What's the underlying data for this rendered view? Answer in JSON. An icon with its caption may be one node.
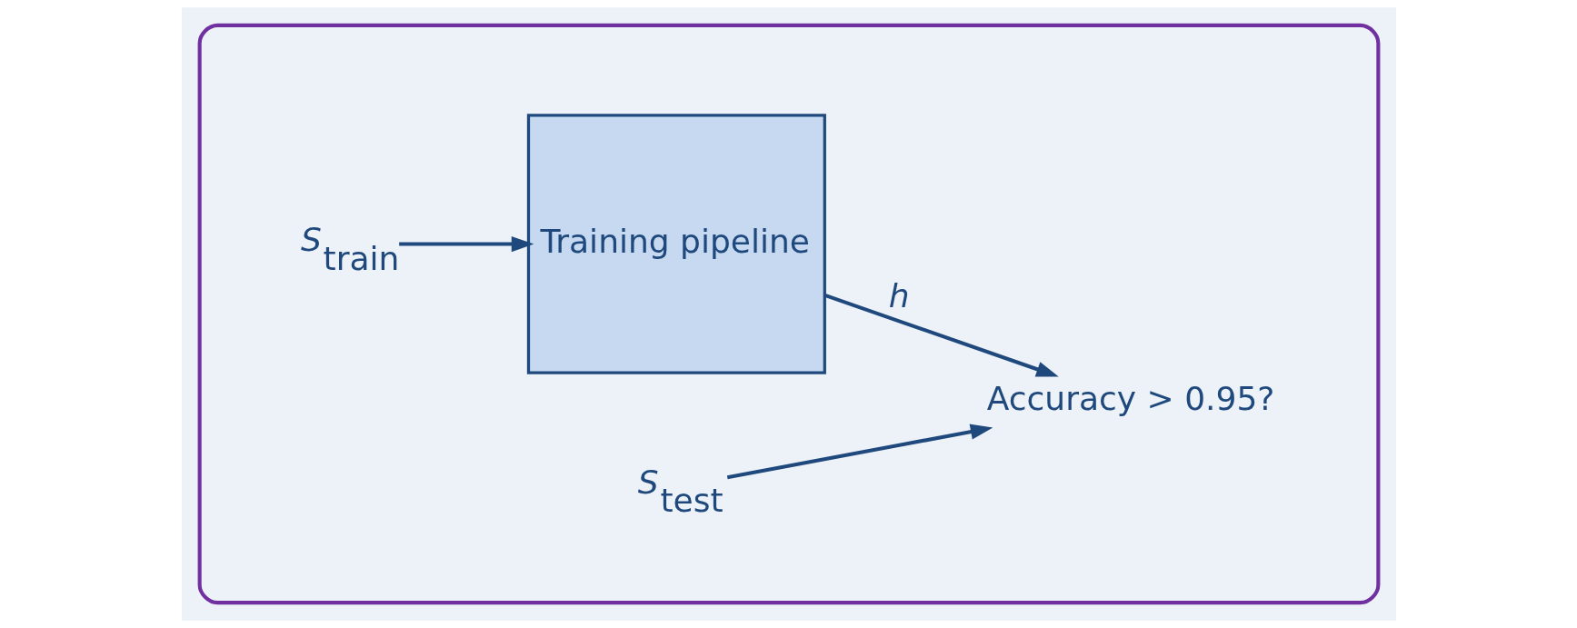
{
  "diagram": {
    "nodes": [
      {
        "text": [],
        "shape": "ellipse"
      },
      {
        "text": [
          "*S*$_{train}$"
        ],
        "in": 0
      },
      {
        "text": [
          "Training pipeline"
        ],
        "in": 0
      },
      {
        "text": [
          "Accuracy > 0.95?"
        ],
        "in": 0
      },
      {
        "text": [
          "*S*$_{test}$"
        ],
        "in": 0
      }
    ],
    "edges": [
      {
        "from": 1,
        "to": 2,
        "arrow": "to"
      },
      {
        "from": 2,
        "to": 3,
        "arrow": "to",
        "label": "*h*"
      },
      {
        "from": 4,
        "to": 3,
        "arrow": "to"
      }
    ]
  }
}
